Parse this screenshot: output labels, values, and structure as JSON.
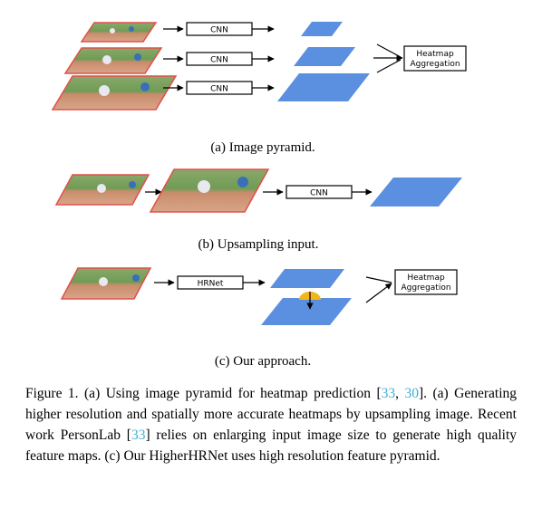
{
  "figure": {
    "panel_a": {
      "boxes": [
        "CNN",
        "CNN",
        "CNN"
      ],
      "aggregation_line1": "Heatmap",
      "aggregation_line2": "Aggregation",
      "subcaption": "(a) Image pyramid."
    },
    "panel_b": {
      "box": "CNN",
      "subcaption": "(b) Upsampling input."
    },
    "panel_c": {
      "box": "HRNet",
      "aggregation_line1": "Heatmap",
      "aggregation_line2": "Aggregation",
      "subcaption": "(c) Our approach."
    }
  },
  "caption": {
    "p1": "Figure 1. (a) Using image pyramid for heatmap prediction [",
    "ref1": "33",
    "p2": ", ",
    "ref2": "30",
    "p3": "]. (a) Generating higher resolution and spatially more accurate heatmaps by upsampling image. Recent work PersonLab [",
    "ref3": "33",
    "p4": "] relies on enlarging input image size to generate high quality feature maps. (c) Our HigherHRNet uses high resolution feature pyramid."
  },
  "colors": {
    "feature_map": "#5b8fe0",
    "image_border": "#e0504a",
    "grass": "#6f9c55",
    "dirt": "#c98c6c",
    "upsample_node": "#f2b51a",
    "citation": "#3ab0d6"
  }
}
